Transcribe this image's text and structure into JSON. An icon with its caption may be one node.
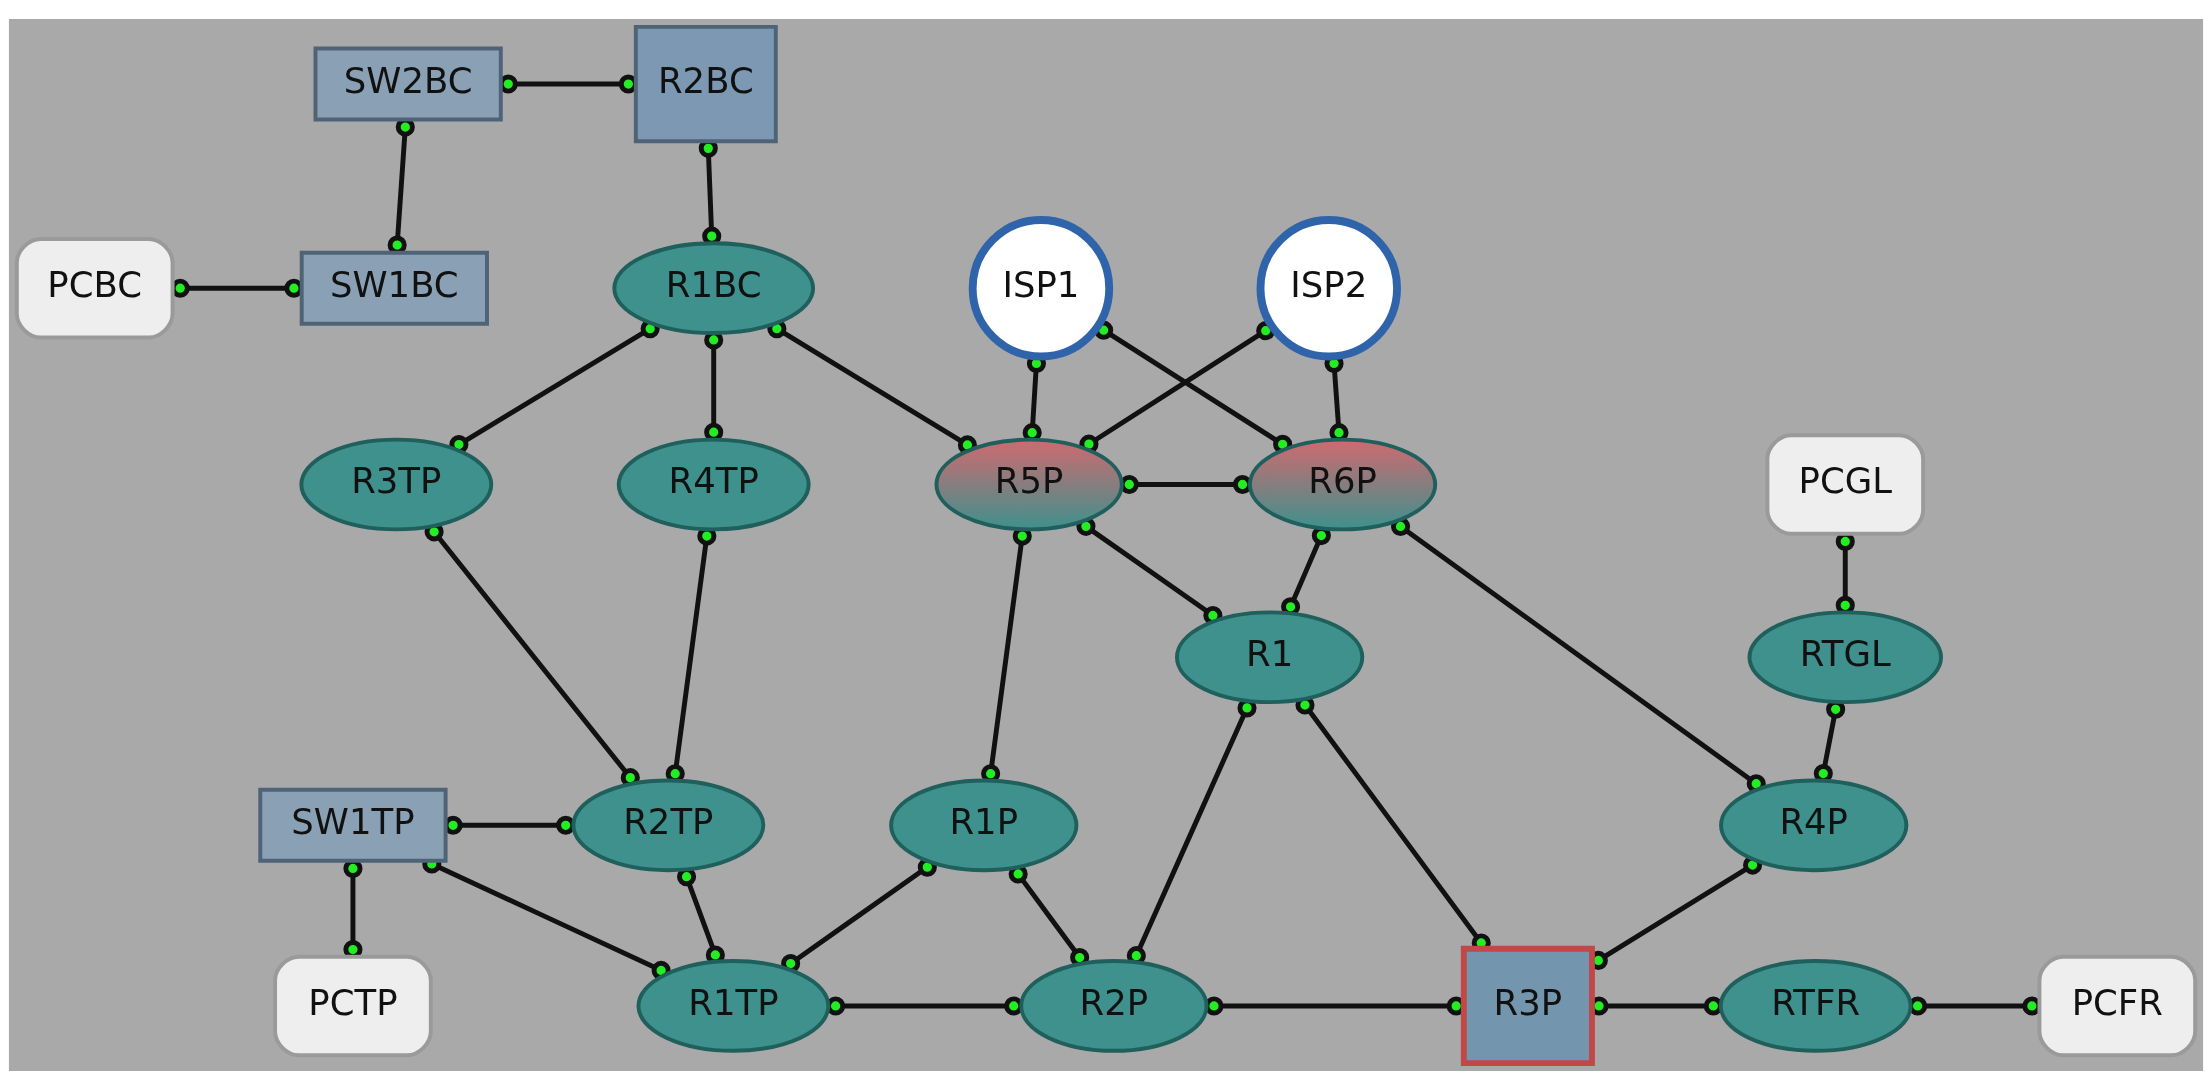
{
  "diagram": {
    "nodes": [
      {
        "text": [
          "SW2BC"
        ]
      },
      {
        "text": [
          "R2BC"
        ]
      },
      {
        "text": [
          "ISP1"
        ]
      },
      {
        "text": [
          "ISP2"
        ]
      },
      {
        "text": [
          "PCBC"
        ]
      },
      {
        "text": [
          "SW1BC"
        ]
      },
      {
        "text": [
          "R1BC"
        ]
      },
      {
        "text": [
          "R5P"
        ]
      },
      {
        "text": [
          "R6P"
        ]
      },
      {
        "text": [
          "PCGL"
        ]
      },
      {
        "text": [
          "R3TP"
        ]
      },
      {
        "text": [
          "R4TP"
        ]
      },
      {
        "text": [
          "R1"
        ]
      },
      {
        "text": [
          "RTGL"
        ]
      },
      {
        "text": [
          "SW1TP"
        ]
      },
      {
        "text": [
          "R2TP"
        ]
      },
      {
        "text": [
          "R1P"
        ]
      },
      {
        "text": [
          "R4P"
        ]
      },
      {
        "text": [
          "PCTP"
        ]
      },
      {
        "text": [
          "R1TP"
        ]
      },
      {
        "text": [
          "R2P"
        ]
      },
      {
        "text": [
          "R3P"
        ]
      },
      {
        "text": [
          "RTFR"
        ]
      },
      {
        "text": [
          "PCFR"
        ]
      }
    ],
    "edges": [
      {
        "from": 0,
        "to": 1,
        "arrow": "other"
      },
      {
        "from": 0,
        "to": 5,
        "arrow": "other"
      },
      {
        "from": 4,
        "to": 5,
        "arrow": "other"
      },
      {
        "from": 1,
        "to": 6,
        "arrow": "other"
      },
      {
        "from": 6,
        "to": 10,
        "arrow": "other"
      },
      {
        "from": 6,
        "to": 11,
        "arrow": "other"
      },
      {
        "from": 6,
        "to": 7,
        "arrow": "other"
      },
      {
        "from": 2,
        "to": 7,
        "arrow": "other"
      },
      {
        "from": 2,
        "to": 8,
        "arrow": "other"
      },
      {
        "from": 3,
        "to": 7,
        "arrow": "other"
      },
      {
        "from": 3,
        "to": 8,
        "arrow": "other"
      },
      {
        "from": 7,
        "to": 8,
        "arrow": "other"
      },
      {
        "from": 10,
        "to": 15,
        "arrow": "other"
      },
      {
        "from": 11,
        "to": 15,
        "arrow": "other"
      },
      {
        "from": 7,
        "to": 16,
        "arrow": "other"
      },
      {
        "from": 7,
        "to": 12,
        "arrow": "other"
      },
      {
        "from": 8,
        "to": 12,
        "arrow": "other"
      },
      {
        "from": 8,
        "to": 17,
        "arrow": "other"
      },
      {
        "from": 9,
        "to": 13,
        "arrow": "other"
      },
      {
        "from": 13,
        "to": 17,
        "arrow": "other"
      },
      {
        "from": 14,
        "to": 15,
        "arrow": "other"
      },
      {
        "from": 14,
        "to": 18,
        "arrow": "other"
      },
      {
        "from": 14,
        "to": 19,
        "arrow": "other"
      },
      {
        "from": 15,
        "to": 19,
        "arrow": "other"
      },
      {
        "from": 19,
        "to": 16,
        "arrow": "other"
      },
      {
        "from": 16,
        "to": 20,
        "arrow": "other"
      },
      {
        "from": 12,
        "to": 20,
        "arrow": "other"
      },
      {
        "from": 12,
        "to": 21,
        "arrow": "other"
      },
      {
        "from": 17,
        "to": 21,
        "arrow": "other"
      },
      {
        "from": 19,
        "to": 20,
        "arrow": "other"
      },
      {
        "from": 20,
        "to": 21,
        "arrow": "other"
      },
      {
        "from": 21,
        "to": 22,
        "arrow": "other"
      },
      {
        "from": 22,
        "to": 23,
        "arrow": "other"
      }
    ]
  }
}
